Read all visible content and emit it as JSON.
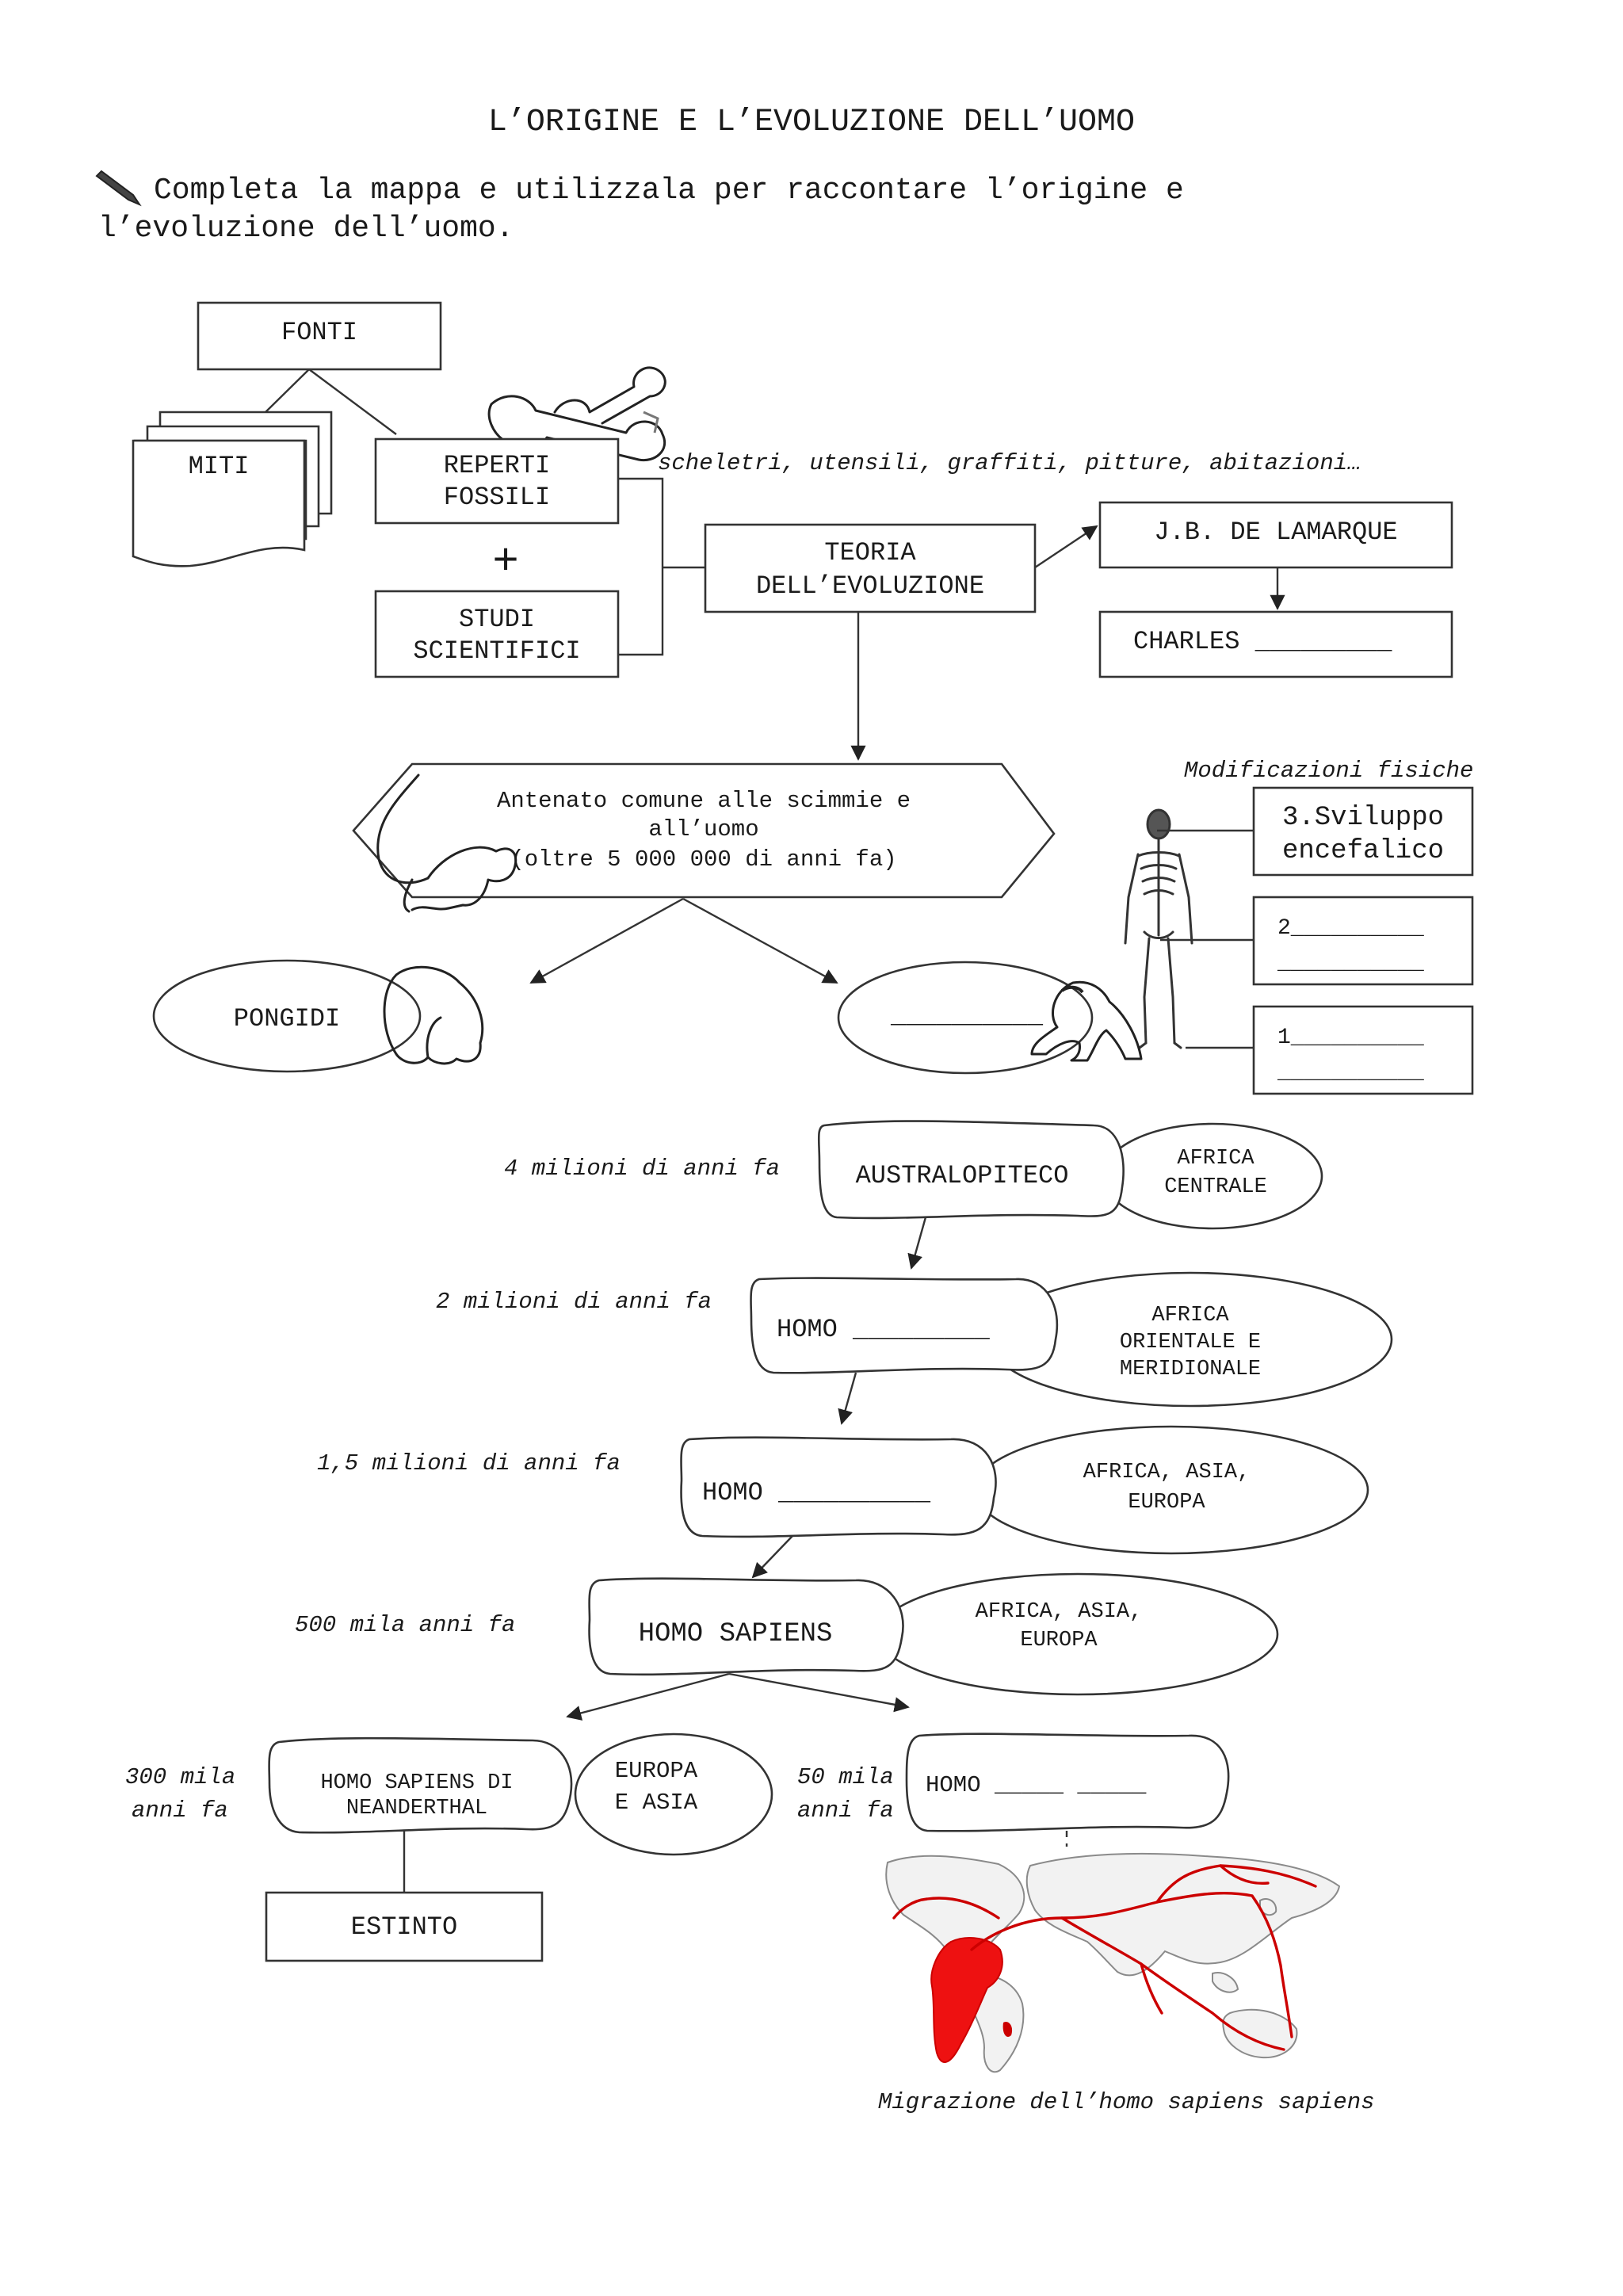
{
  "header": {
    "title": "L’ORIGINE E L’EVOLUZIONE DELL’UOMO",
    "instruction_line1": "Completa la mappa e utilizzala per raccontare  l’origine e",
    "instruction_line2": "l’evoluzione dell’uomo."
  },
  "sources": {
    "fonti": "FONTI",
    "miti": "MITI",
    "reperti_1": "REPERTI",
    "reperti_2": "FOSSILI",
    "plus": "+",
    "studi_1": "STUDI",
    "studi_2": "SCIENTIFICI",
    "examples": "scheletri, utensili, graffiti, pitture, abitazioni…"
  },
  "theory": {
    "line1": "TEORIA",
    "line2": "DELL’EVOLUZIONE",
    "lamarque": "J.B. DE LAMARQUE",
    "charles": "CHARLES _________"
  },
  "ancestor": {
    "line1": "Antenato comune alle scimmie e",
    "line2": "all’uomo",
    "line3": "(oltre 5 000 000 di anni fa)"
  },
  "physical_changes": {
    "title": "Modificazioni fisiche",
    "item3_line1": "3.Sviluppo",
    "item3_line2": "encefalico",
    "item2_line1": "2__________",
    "item2_line2": "___________",
    "item1_line1": "1__________",
    "item1_line2": "___________"
  },
  "branches": {
    "pongidi": "PONGIDI",
    "blank": "__________"
  },
  "timeline": [
    {
      "time": "4 milioni di anni fa",
      "species": "AUSTRALOPITECO",
      "place_line1": "AFRICA",
      "place_line2": "CENTRALE",
      "place_line3": ""
    },
    {
      "time": "2 milioni di anni fa",
      "species": "HOMO _________",
      "place_line1": "AFRICA",
      "place_line2": "ORIENTALE E",
      "place_line3": "MERIDIONALE"
    },
    {
      "time": "1,5 milioni di anni fa",
      "species": "HOMO __________",
      "place_line1": "AFRICA, ASIA,",
      "place_line2": "EUROPA",
      "place_line3": ""
    },
    {
      "time": "500 mila anni fa",
      "species": "HOMO SAPIENS",
      "place_line1": "AFRICA, ASIA,",
      "place_line2": "EUROPA",
      "place_line3": ""
    }
  ],
  "neanderthal": {
    "time_line1": "300 mila",
    "time_line2": "anni fa",
    "name_line1": "HOMO SAPIENS DI",
    "name_line2": "NEANDERTHAL",
    "place_line1": "EUROPA",
    "place_line2": "E ASIA",
    "status": "ESTINTO"
  },
  "sapiens_sapiens": {
    "time_line1": "50 mila",
    "time_line2": "anni fa",
    "name": "HOMO _____ _____"
  },
  "map": {
    "caption": "Migrazione dell’homo sapiens sapiens",
    "route_color": "#cc0000",
    "africa_color": "#ee1111"
  }
}
